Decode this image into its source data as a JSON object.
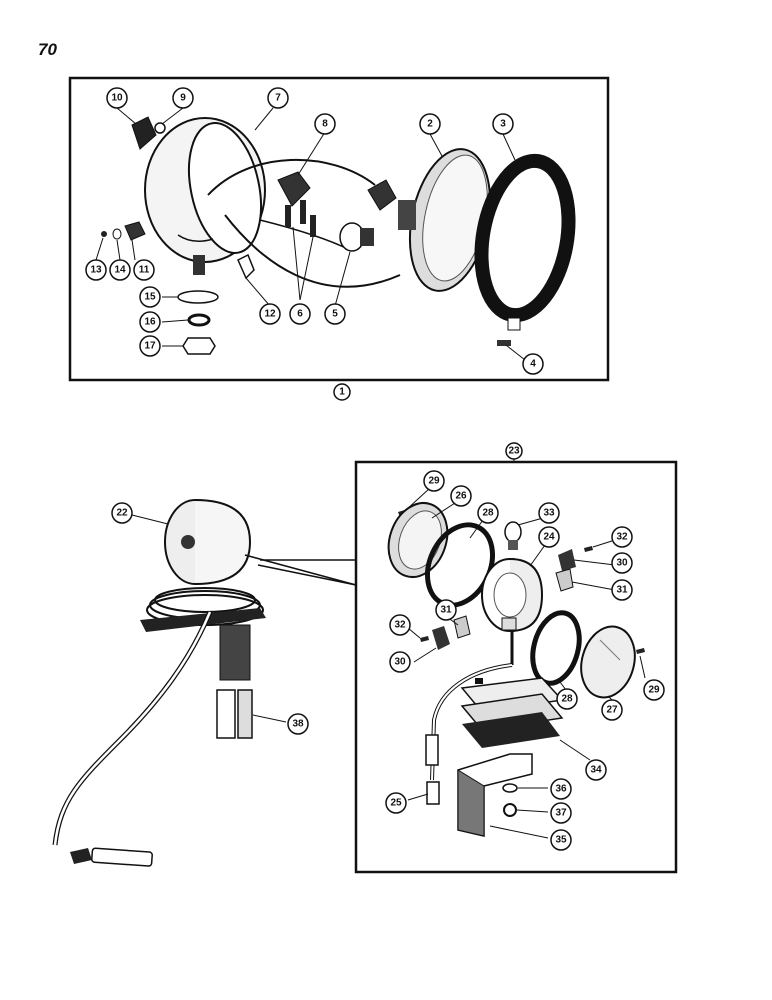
{
  "page": {
    "number": "70"
  },
  "callouts": {
    "c1": "1",
    "c2": "2",
    "c3": "3",
    "c4": "4",
    "c5": "5",
    "c6": "6",
    "c7": "7",
    "c8": "8",
    "c9": "9",
    "c10": "10",
    "c11": "11",
    "c12": "12",
    "c13": "13",
    "c14": "14",
    "c15": "15",
    "c16": "16",
    "c17": "17",
    "c22": "22",
    "c23": "23",
    "c24": "24",
    "c25": "25",
    "c26": "26",
    "c27": "27",
    "c28a": "28",
    "c28b": "28",
    "c29a": "29",
    "c29b": "29",
    "c30a": "30",
    "c30b": "30",
    "c31a": "31",
    "c31b": "31",
    "c32a": "32",
    "c32b": "32",
    "c33": "33",
    "c34": "34",
    "c35": "35",
    "c36": "36",
    "c37": "37",
    "c38": "38"
  }
}
